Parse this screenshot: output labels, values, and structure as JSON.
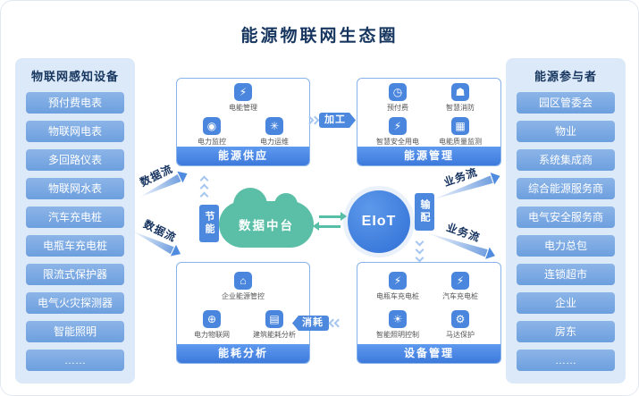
{
  "title": "能源物联网生态圈",
  "colors": {
    "accent_blue": "#4c88de",
    "panel_bg": "#dce9f8",
    "item_blue": "#7aa9e2",
    "navy_text": "#17365f",
    "cloud_green": "#5abfa6"
  },
  "left_panel": {
    "title": "物联网感知设备",
    "items": [
      "预付费电表",
      "物联网电表",
      "多回路仪表",
      "物联网水表",
      "汽车充电桩",
      "电瓶车充电桩",
      "限流式保护器",
      "电气火灾探测器",
      "智能照明",
      "……"
    ]
  },
  "right_panel": {
    "title": "能源参与者",
    "items": [
      "园区管委会",
      "物业",
      "系统集成商",
      "综合能源服务商",
      "电气安全服务商",
      "电力总包",
      "连锁超市",
      "企业",
      "房东",
      "……"
    ]
  },
  "modules": {
    "supply": {
      "title": "能源供应",
      "items": [
        {
          "label": "电能管理",
          "icon": "⚡"
        },
        {
          "label": "电力监控",
          "icon": "◉"
        },
        {
          "label": "电力运维",
          "icon": "✳"
        }
      ]
    },
    "management": {
      "title": "能源管理",
      "items": [
        {
          "label": "预付费",
          "icon": "◷"
        },
        {
          "label": "智慧消防",
          "icon": "☗"
        },
        {
          "label": "智慧安全用电",
          "icon": "⚡"
        },
        {
          "label": "电能质量监测",
          "icon": "▦"
        }
      ]
    },
    "analysis": {
      "title": "能耗分析",
      "items": [
        {
          "label": "企业能源管控",
          "icon": "⌂"
        },
        {
          "label": "电力物联网",
          "icon": "⊕"
        },
        {
          "label": "建筑能耗分析",
          "icon": "▤"
        }
      ]
    },
    "devices": {
      "title": "设备管理",
      "items": [
        {
          "label": "电瓶车充电桩",
          "icon": "⚡"
        },
        {
          "label": "汽车充电桩",
          "icon": "⚡"
        },
        {
          "label": "智能照明控制",
          "icon": "☀"
        },
        {
          "label": "马达保护",
          "icon": "⚙"
        }
      ]
    }
  },
  "center": {
    "cloud_label": "数据中台",
    "platform_label": "EIoT"
  },
  "flows": {
    "processing": "加工",
    "consumption": "消耗",
    "saving": "节能",
    "distribution": "输配",
    "data_flow": "数据流",
    "business_flow": "业务流"
  }
}
